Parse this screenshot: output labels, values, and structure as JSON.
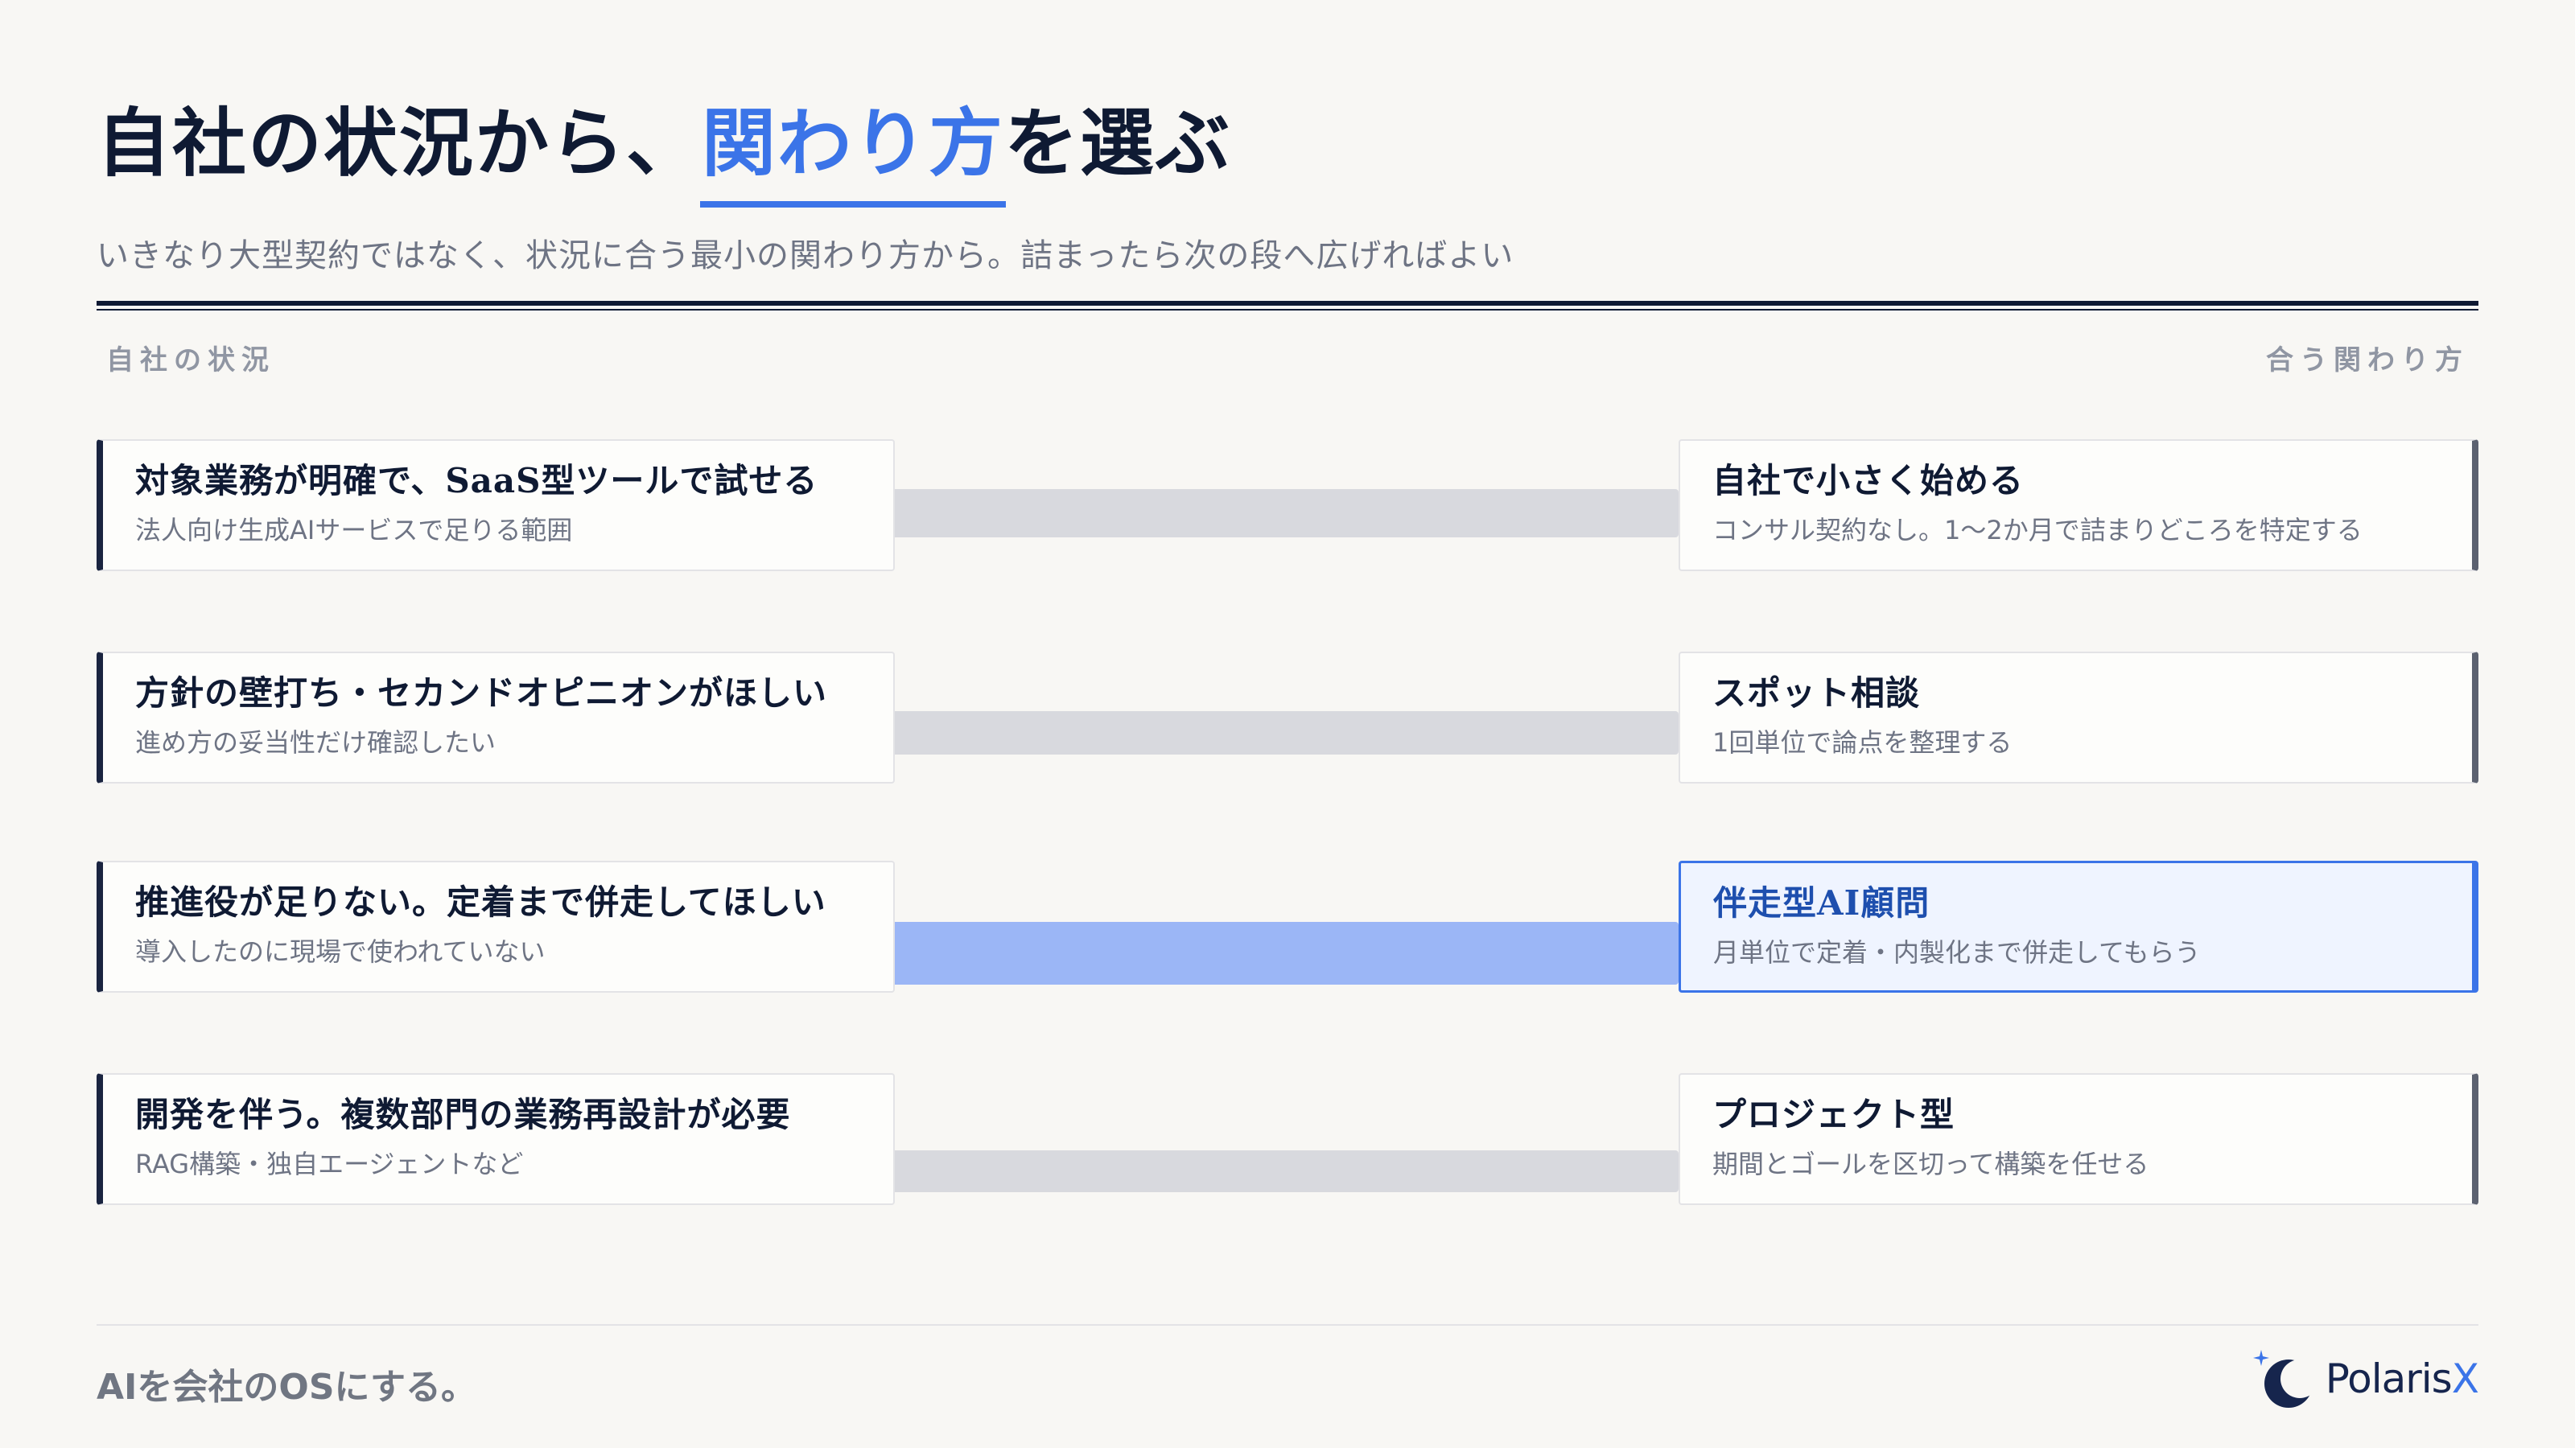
{
  "header": {
    "title_before": "自社の状況から、",
    "title_highlight": "関わり方",
    "title_after": "を選ぶ",
    "subtitle": "いきなり大型契約ではなく、状況に合う最小の関わり方から。詰まったら次の段へ広げればよい"
  },
  "columns": {
    "left_label": "自社の状況",
    "right_label": "合う関わり方"
  },
  "rows": [
    {
      "situation": {
        "title": "対象業務が明確で、SaaS型ツールで試せる",
        "desc": "法人向け生成AIサービスで足りる範囲"
      },
      "engagement": {
        "title": "自社で小さく始める",
        "desc": "コンサル契約なし。1〜2か月で詰まりどころを特定する"
      },
      "highlighted": false
    },
    {
      "situation": {
        "title": "方針の壁打ち・セカンドオピニオンがほしい",
        "desc": "進め方の妥当性だけ確認したい"
      },
      "engagement": {
        "title": "スポット相談",
        "desc": "1回単位で論点を整理する"
      },
      "highlighted": false
    },
    {
      "situation": {
        "title": "推進役が足りない。定着まで併走してほしい",
        "desc": "導入したのに現場で使われていない"
      },
      "engagement": {
        "title": "伴走型AI顧問",
        "desc": "月単位で定着・内製化まで併走してもらう"
      },
      "highlighted": true
    },
    {
      "situation": {
        "title": "開発を伴う。複数部門の業務再設計が必要",
        "desc": "RAG構築・独自エージェントなど"
      },
      "engagement": {
        "title": "プロジェクト型",
        "desc": "期間とゴールを区切って構築を任せる"
      },
      "highlighted": false
    }
  ],
  "footer": {
    "tagline": "AIを会社のOSにする。",
    "logo_text": "Polaris",
    "logo_suffix": "X"
  },
  "colors": {
    "accent": "#3b74e8",
    "navy": "#0f1a33",
    "muted": "#6e7484",
    "connector": "#d8d9de",
    "connector_active": "#9bb6f6"
  }
}
